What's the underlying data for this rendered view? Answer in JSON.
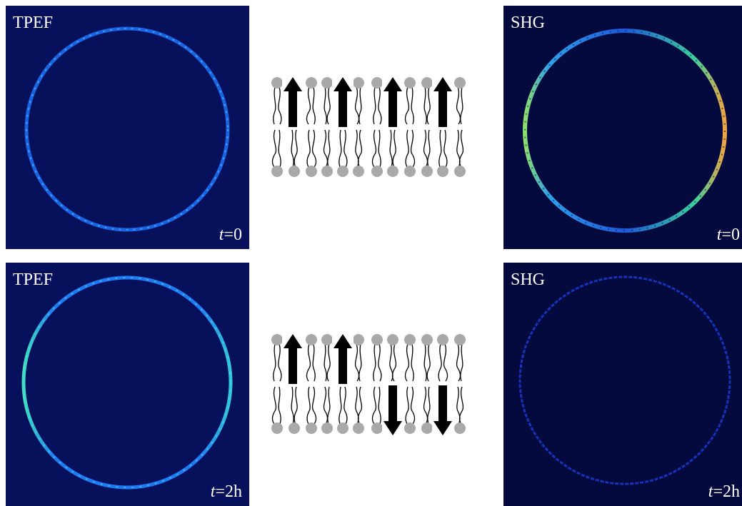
{
  "panels": {
    "tpef_t0": {
      "title": "TPEF",
      "time_var": "t",
      "time_value": "=0",
      "colors": {
        "background": "#07105a",
        "ring": "#1c6cf0",
        "ring_highlight": "#3fb0f5"
      }
    },
    "shg_t0": {
      "title": "SHG",
      "time_var": "t",
      "time_value": "=0",
      "colors": {
        "background": "#050a3e",
        "ring": "#1d57d8",
        "ring_highlight": "#7fe07a",
        "ring_hot": "#f0a640"
      }
    },
    "tpef_t2h": {
      "title": "TPEF",
      "time_var": "t",
      "time_value": "=2h",
      "colors": {
        "background": "#07105a",
        "ring": "#1e7af2",
        "ring_highlight": "#3fe0c0"
      }
    },
    "shg_t2h": {
      "title": "SHG",
      "time_var": "t",
      "time_value": "=2h",
      "colors": {
        "background": "#050a3e",
        "ring": "#1a3ad0"
      }
    }
  },
  "diagrams": {
    "bilayer_t0": {
      "lipid_head_color": "#a9a9a9",
      "arrow_color": "#000000",
      "arrow_directions": [
        "up",
        "up",
        "up",
        "up"
      ]
    },
    "bilayer_t2h": {
      "lipid_head_color": "#a9a9a9",
      "arrow_color": "#000000",
      "arrow_directions": [
        "up",
        "up",
        "down",
        "down"
      ]
    }
  }
}
